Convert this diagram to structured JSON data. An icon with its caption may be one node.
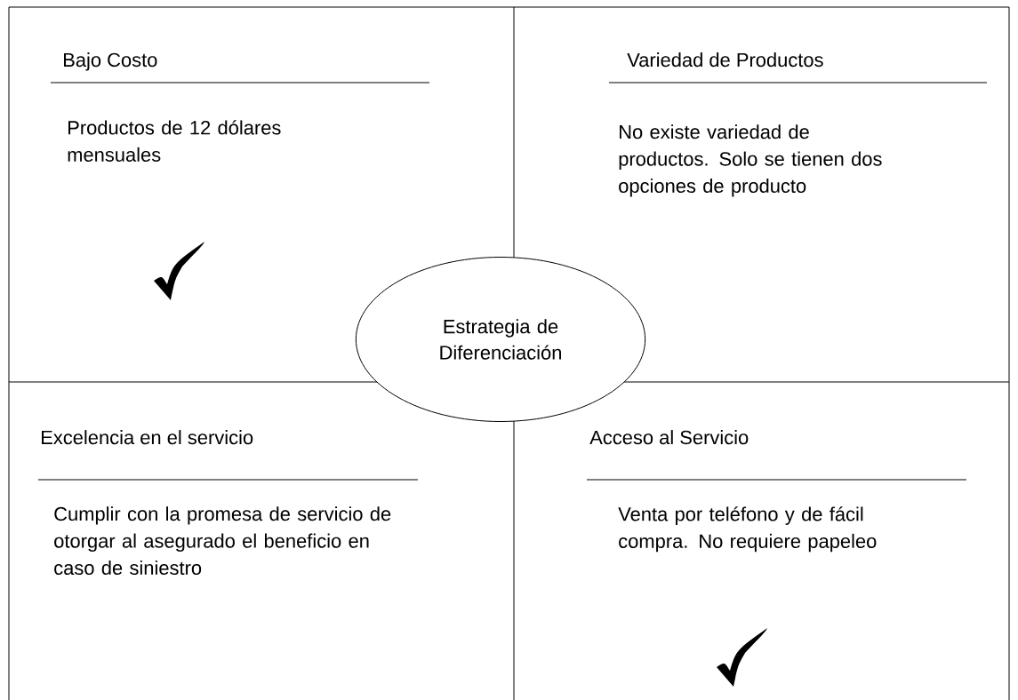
{
  "diagram": {
    "nodes": [
      {
        "text": [
          "Bajo Costo",
          "Productos de 12 dólares mensuales"
        ]
      },
      {
        "text": [
          "Variedad de Productos",
          "No existe variedad de productos. Solo se tienen dos opciones de producto"
        ]
      },
      {
        "text": [
          "Excelencia en el servicio",
          "Cumplir con la promesa de servicio de otorgar al asegurado el beneficio en caso de siniestro"
        ]
      },
      {
        "text": [
          "Acceso al Servicio",
          "Venta por teléfono y de fácil compra. No requiere papeleo"
        ]
      },
      {
        "text": [
          "Estrategia de Diferenciación"
        ]
      }
    ]
  }
}
